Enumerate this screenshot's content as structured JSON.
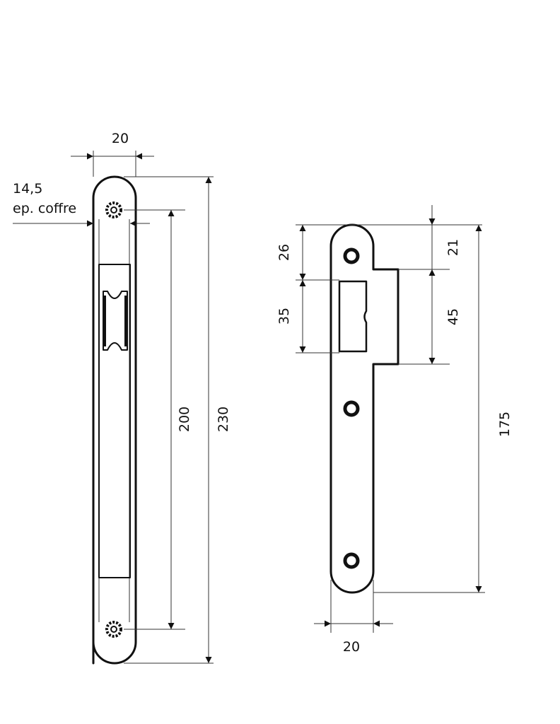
{
  "left_plate": {
    "width_label": "20",
    "thickness_label": "14,5",
    "thickness_caption": "ep. coffre",
    "hole_spacing_label": "200",
    "total_height_label": "230"
  },
  "right_plate": {
    "top_to_window_label": "26",
    "window_height_label": "35",
    "top_to_lip_label": "21",
    "lip_height_label": "45",
    "total_height_label": "175",
    "width_label": "20"
  }
}
